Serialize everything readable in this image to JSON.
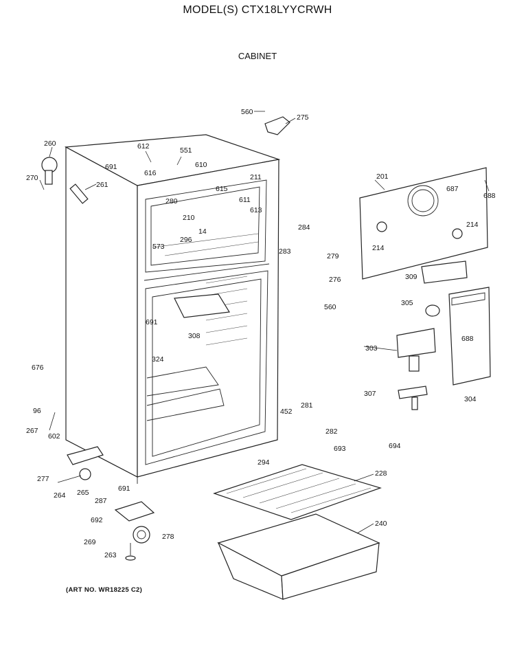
{
  "header": {
    "model_title": "MODEL(S) CTX18LYYCRWH",
    "section_title": "CABINET"
  },
  "footer": {
    "art_number": "(ART NO. WR18225 C2)"
  },
  "part_labels": [
    "560",
    "275",
    "260",
    "270",
    "261",
    "612",
    "551",
    "691",
    "616",
    "610",
    "615",
    "211",
    "280",
    "611",
    "613",
    "210",
    "14",
    "573",
    "296",
    "201",
    "687",
    "688",
    "214",
    "214",
    "284",
    "283",
    "279",
    "276",
    "560",
    "309",
    "305",
    "691",
    "308",
    "324",
    "303",
    "688",
    "307",
    "304",
    "676",
    "96",
    "267",
    "602",
    "452",
    "281",
    "282",
    "693",
    "294",
    "694",
    "277",
    "264",
    "265",
    "691",
    "228",
    "287",
    "692",
    "278",
    "269",
    "263",
    "240"
  ]
}
